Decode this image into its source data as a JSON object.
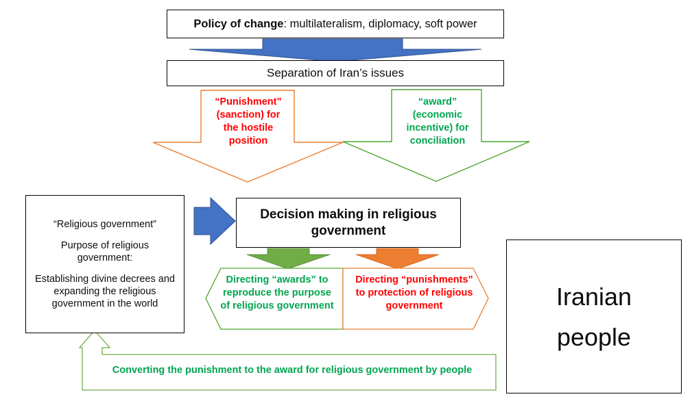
{
  "diagram": {
    "title_box": {
      "lead": "Policy of change",
      "rest": ": multilateralism, diplomacy, soft power"
    },
    "separation_box": {
      "label": "Separation of Iran’s issues"
    },
    "punishment_arrow": {
      "label": "“Punishment” (sanction) for the hostile position",
      "line1": "“Punishment”",
      "line2": "(sanction) for",
      "line3": "the hostile",
      "line4": "position",
      "text_color": "#ff0000",
      "outline_color": "#ed7d31"
    },
    "award_arrow": {
      "label": "“award” (economic incentive) for conciliation",
      "line1": "“award”",
      "line2": "(economic",
      "line3": "incentive) for",
      "line4": "conciliation",
      "text_color": "#00a550",
      "outline_color": "#4ea72e"
    },
    "decision_box": {
      "line1": "Decision making in religious",
      "line2": "government"
    },
    "religious_government_box": {
      "line1": "“Religious government”",
      "line2": "Purpose of religious government:",
      "line3": "Establishing divine decrees and expanding the religious government in the world"
    },
    "awards_directing_box": {
      "label": "Directing “awards” to reproduce the purpose of religious government",
      "line1": "Directing “awards” to",
      "line2": "reproduce the purpose",
      "line3": "of religious government",
      "text_color": "#00a550",
      "outline_color": "#4ea72e"
    },
    "punishments_directing_box": {
      "label": "Directing “punishments” to protection of religious government",
      "line1": "Directing “punishments”",
      "line2": "to protection of religious",
      "line3": "government",
      "text_color": "#ff0000",
      "outline_color": "#ed7d31"
    },
    "converting_arrow": {
      "label": "Converting the punishment to the award for religious government by people",
      "text_color": "#00a550",
      "outline_color": "#70ad47"
    },
    "iranian_people_box": {
      "line1": "Iranian",
      "line2": "people"
    },
    "colors": {
      "blue_fill": "#4472c4",
      "blue_stroke": "#2f528f",
      "green_fill": "#70ad47",
      "green_stroke": "#507e32",
      "orange_fill": "#ed7d31",
      "orange_stroke": "#c55a11",
      "box_border": "#000000",
      "text_dark": "#0d0d0d"
    },
    "icons": {
      "blue_down_arrow": "arrow-down-icon",
      "blue_right_arrow": "arrow-right-icon",
      "orange_down_outline_arrow": "arrow-down-outline-icon",
      "green_down_outline_arrow": "arrow-down-outline-icon",
      "green_down_filled_arrow": "arrow-down-icon",
      "orange_down_filled_arrow": "arrow-down-icon",
      "green_up_feedback_arrow": "arrow-up-bent-icon"
    }
  }
}
